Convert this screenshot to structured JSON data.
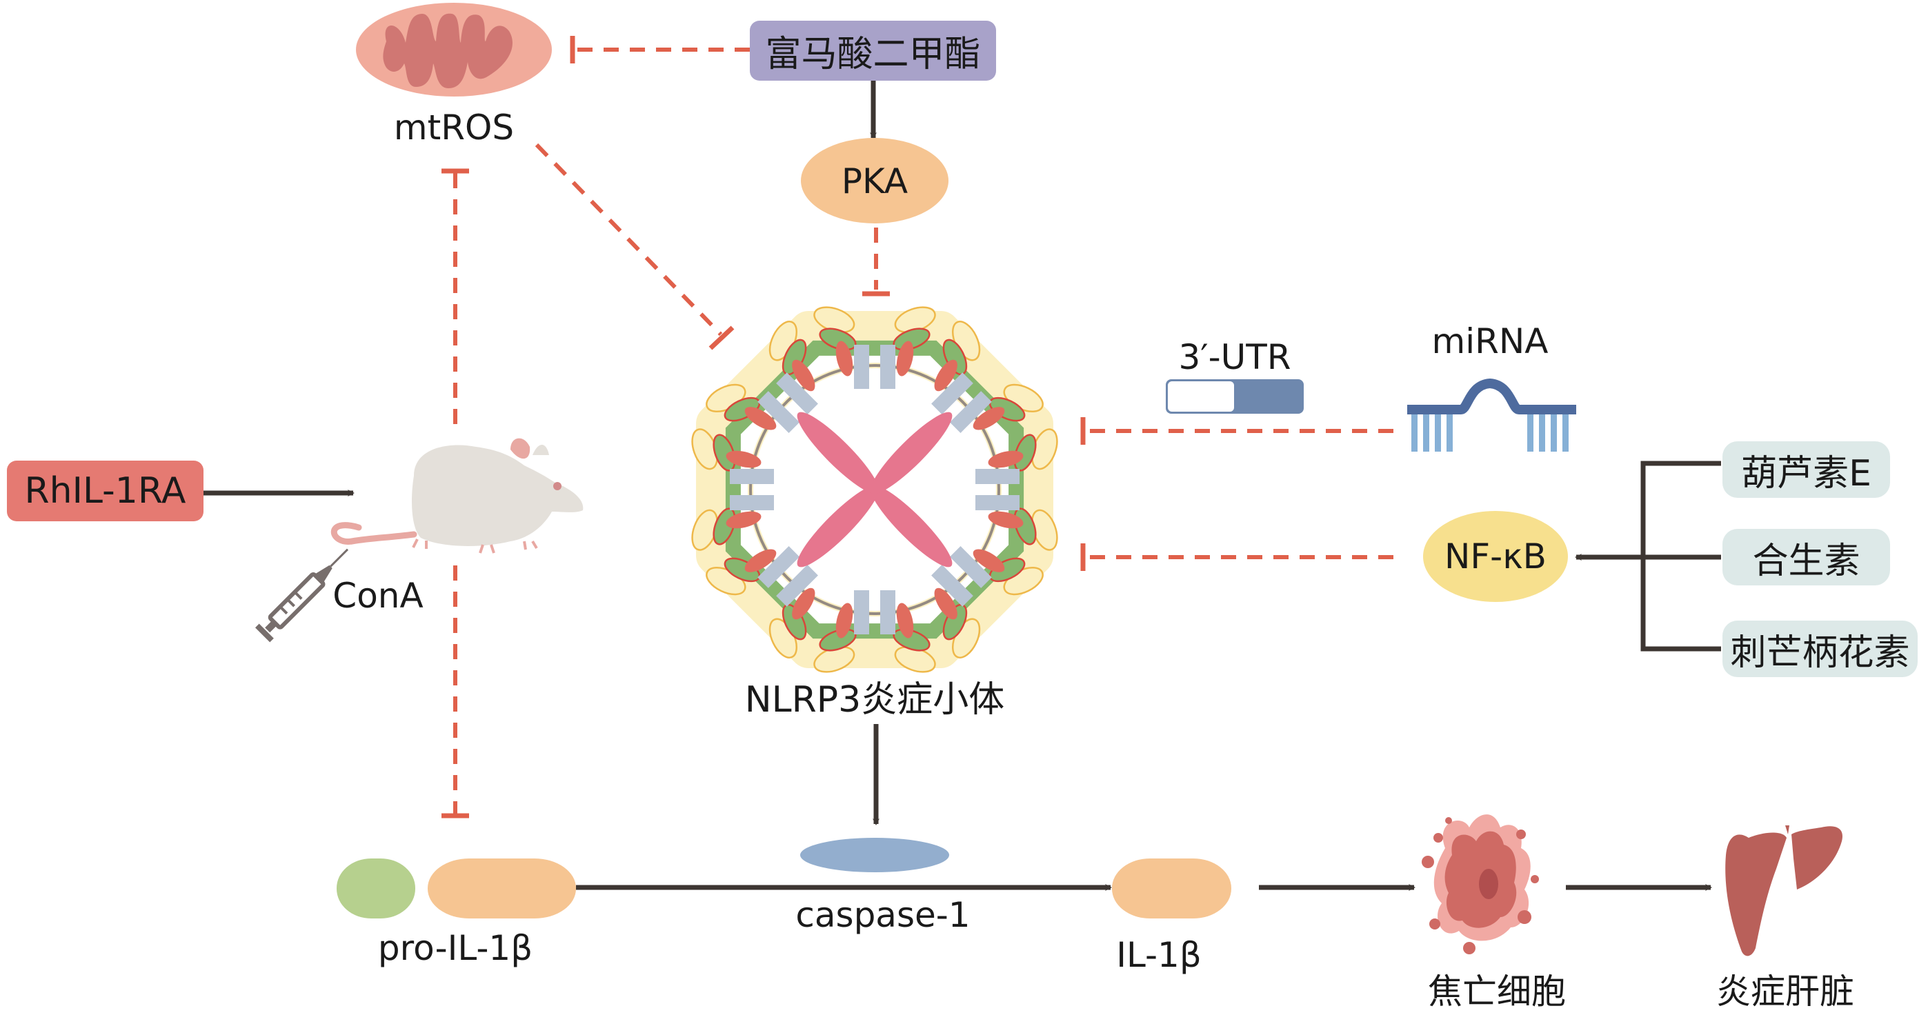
{
  "diagram": {
    "nodes": {
      "mitochondrion": {
        "label": "mtROS"
      },
      "dmf": {
        "label": "富马酸二甲酯",
        "color": "#a8a2c9"
      },
      "pka": {
        "label": "PKA",
        "color": "#f6c592"
      },
      "inflammasome": {
        "label": "NLRP3炎症小体"
      },
      "utr": {
        "label": "3′-UTR"
      },
      "mirna": {
        "label": "miRNA"
      },
      "nfkb": {
        "label": "NF-κB",
        "color": "#f7e08e"
      },
      "rhil1ra": {
        "label": "RhIL-1RA",
        "color": "#e57a72"
      },
      "mouse": {
        "label": "ConA"
      },
      "pro_il1b": {
        "label": "pro-IL-1β"
      },
      "caspase1": {
        "label": "caspase-1",
        "color": "#93aece"
      },
      "il1b": {
        "label": "IL-1β"
      },
      "pyroptosis": {
        "label": "焦亡细胞"
      },
      "liver": {
        "label": "炎症肝脏"
      }
    },
    "compounds": [
      {
        "label": "葫芦素E"
      },
      {
        "label": "合生素"
      },
      {
        "label": "刺芒柄花素"
      }
    ],
    "edges": [
      {
        "from": "dmf",
        "to": "mitochondrion",
        "type": "inhibit"
      },
      {
        "from": "dmf",
        "to": "pka",
        "type": "activate"
      },
      {
        "from": "pka",
        "to": "inflammasome",
        "type": "inhibit"
      },
      {
        "from": "mitochondrion",
        "to": "inflammasome",
        "type": "inhibit"
      },
      {
        "from": "mouse",
        "to": "mitochondrion",
        "type": "inhibit"
      },
      {
        "from": "mouse",
        "to": "pro_il1b",
        "type": "inhibit"
      },
      {
        "from": "rhil1ra",
        "to": "mouse",
        "type": "activate"
      },
      {
        "from": "mirna",
        "to": "inflammasome",
        "type": "inhibit"
      },
      {
        "from": "nfkb",
        "to": "inflammasome",
        "type": "inhibit"
      },
      {
        "from": "compounds",
        "to": "nfkb",
        "type": "activate"
      },
      {
        "from": "inflammasome",
        "to": "caspase1",
        "type": "activate"
      },
      {
        "from": "pro_il1b",
        "to": "il1b",
        "type": "activate"
      },
      {
        "from": "il1b",
        "to": "pyroptosis",
        "type": "activate"
      },
      {
        "from": "pyroptosis",
        "to": "liver",
        "type": "activate"
      }
    ],
    "colors": {
      "inhibit": "#e0604a",
      "activate": "#3d3632",
      "compound_box": "#dde9e8"
    }
  }
}
